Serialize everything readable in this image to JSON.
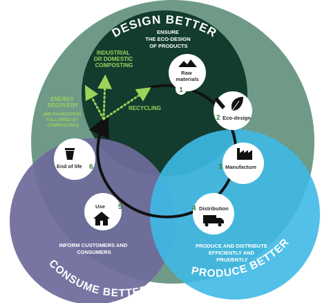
{
  "diagram": {
    "circles": {
      "design": {
        "title": "DESIGN BETTER",
        "text": [
          "ENSURE",
          "THE ECO-DESIGN",
          "OF PRODUCTS"
        ],
        "color": "#1f5b4c"
      },
      "consume": {
        "title": "CONSUME BETTER",
        "text": [
          "INFORM CUSTOMERS AND",
          "CONSUMERS"
        ],
        "color": "#6e6a9b"
      },
      "produce": {
        "title": "PRODUCE BETTER",
        "text": [
          "PRODUCE AND DISTRIBUTE",
          "EFFICIENTLY AND",
          "PRUDENTLY"
        ],
        "color": "#3fb9e5"
      }
    },
    "steps": [
      {
        "number": "1",
        "label": [
          "Raw",
          "materials"
        ],
        "icon": "raw-materials-icon"
      },
      {
        "number": "2",
        "label": [
          "Eco-design"
        ],
        "icon": "leaf-icon"
      },
      {
        "number": "3",
        "label": [
          "Manufacture"
        ],
        "icon": "factory-icon"
      },
      {
        "number": "4",
        "label": [
          "Distribution"
        ],
        "icon": "truck-icon"
      },
      {
        "number": "5",
        "label": [
          "Use"
        ],
        "icon": "house-icon"
      },
      {
        "number": "6",
        "label": [
          "End of life"
        ],
        "icon": "trash-icon"
      }
    ],
    "end_of_life_options": {
      "composting": [
        "INDUSTRIAL",
        "OR DOMESTIC",
        "COMPOSTING"
      ],
      "recycling": "RECYCLING",
      "energy_recovery": [
        "ENERGY",
        "RECOVERY"
      ],
      "energy_recovery_note": [
        "(METHANIZATION",
        "FOLLOWED BY",
        "COMPOSTING)"
      ]
    }
  }
}
